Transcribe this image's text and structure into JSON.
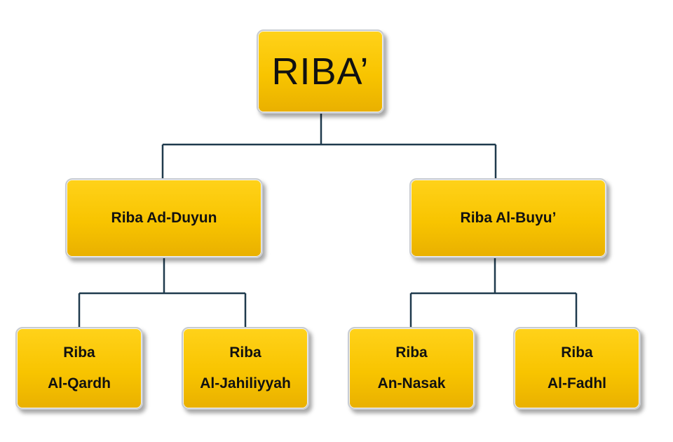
{
  "diagram": {
    "root": {
      "label": "RIBA’"
    },
    "branches": [
      {
        "label": "Riba Ad-Duyun",
        "children": [
          {
            "line1": "Riba",
            "line2": "Al-Qardh"
          },
          {
            "line1": "Riba",
            "line2": "Al-Jahiliyyah"
          }
        ]
      },
      {
        "label": "Riba Al-Buyu’",
        "children": [
          {
            "line1": "Riba",
            "line2": "An-Nasak"
          },
          {
            "line1": "Riba",
            "line2": "Al-Fadhl"
          }
        ]
      }
    ],
    "colors": {
      "box": "#f8c400",
      "connector": "#1f3a4d",
      "border": "#c8ccd2"
    }
  }
}
